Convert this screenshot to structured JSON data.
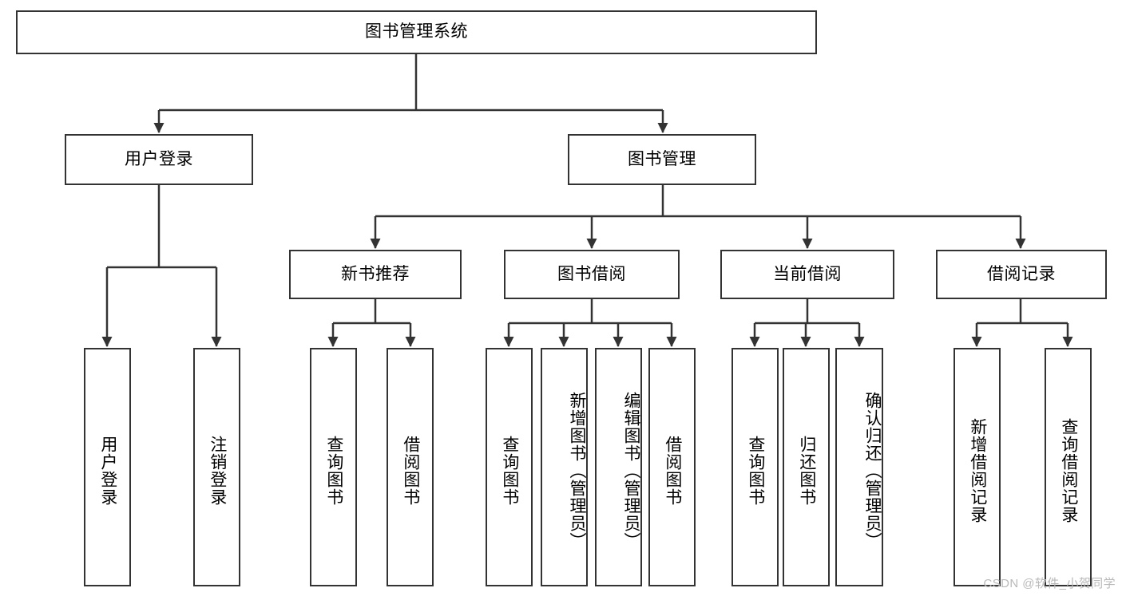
{
  "diagram": {
    "title": "图书管理系统",
    "type": "tree-hierarchy-chart",
    "root": {
      "label": "图书管理系统"
    },
    "level1": [
      {
        "label": "用户登录"
      },
      {
        "label": "图书管理"
      }
    ],
    "level2": [
      {
        "label": "新书推荐"
      },
      {
        "label": "图书借阅"
      },
      {
        "label": "当前借阅"
      },
      {
        "label": "借阅记录"
      }
    ],
    "leaves": {
      "user_login": [
        {
          "label": "用户登录"
        },
        {
          "label": "注销登录"
        }
      ],
      "new_book_recommend": [
        {
          "label": "查询图书"
        },
        {
          "label": "借阅图书"
        }
      ],
      "book_borrow": [
        {
          "label": "查询图书"
        },
        {
          "label": "新增图书（管理员）"
        },
        {
          "label": "编辑图书（管理员）"
        },
        {
          "label": "借阅图书"
        }
      ],
      "current_borrow": [
        {
          "label": "查询图书"
        },
        {
          "label": "归还图书"
        },
        {
          "label": "确认归还（管理员）"
        }
      ],
      "borrow_record": [
        {
          "label": "新增借阅记录"
        },
        {
          "label": "查询借阅记录"
        }
      ]
    }
  },
  "watermark": {
    "text": "CSDN @软件_小贺同学"
  },
  "colors": {
    "border": "#333333",
    "background": "#ffffff",
    "text": "#000000",
    "watermark": "#b9b9b9"
  }
}
